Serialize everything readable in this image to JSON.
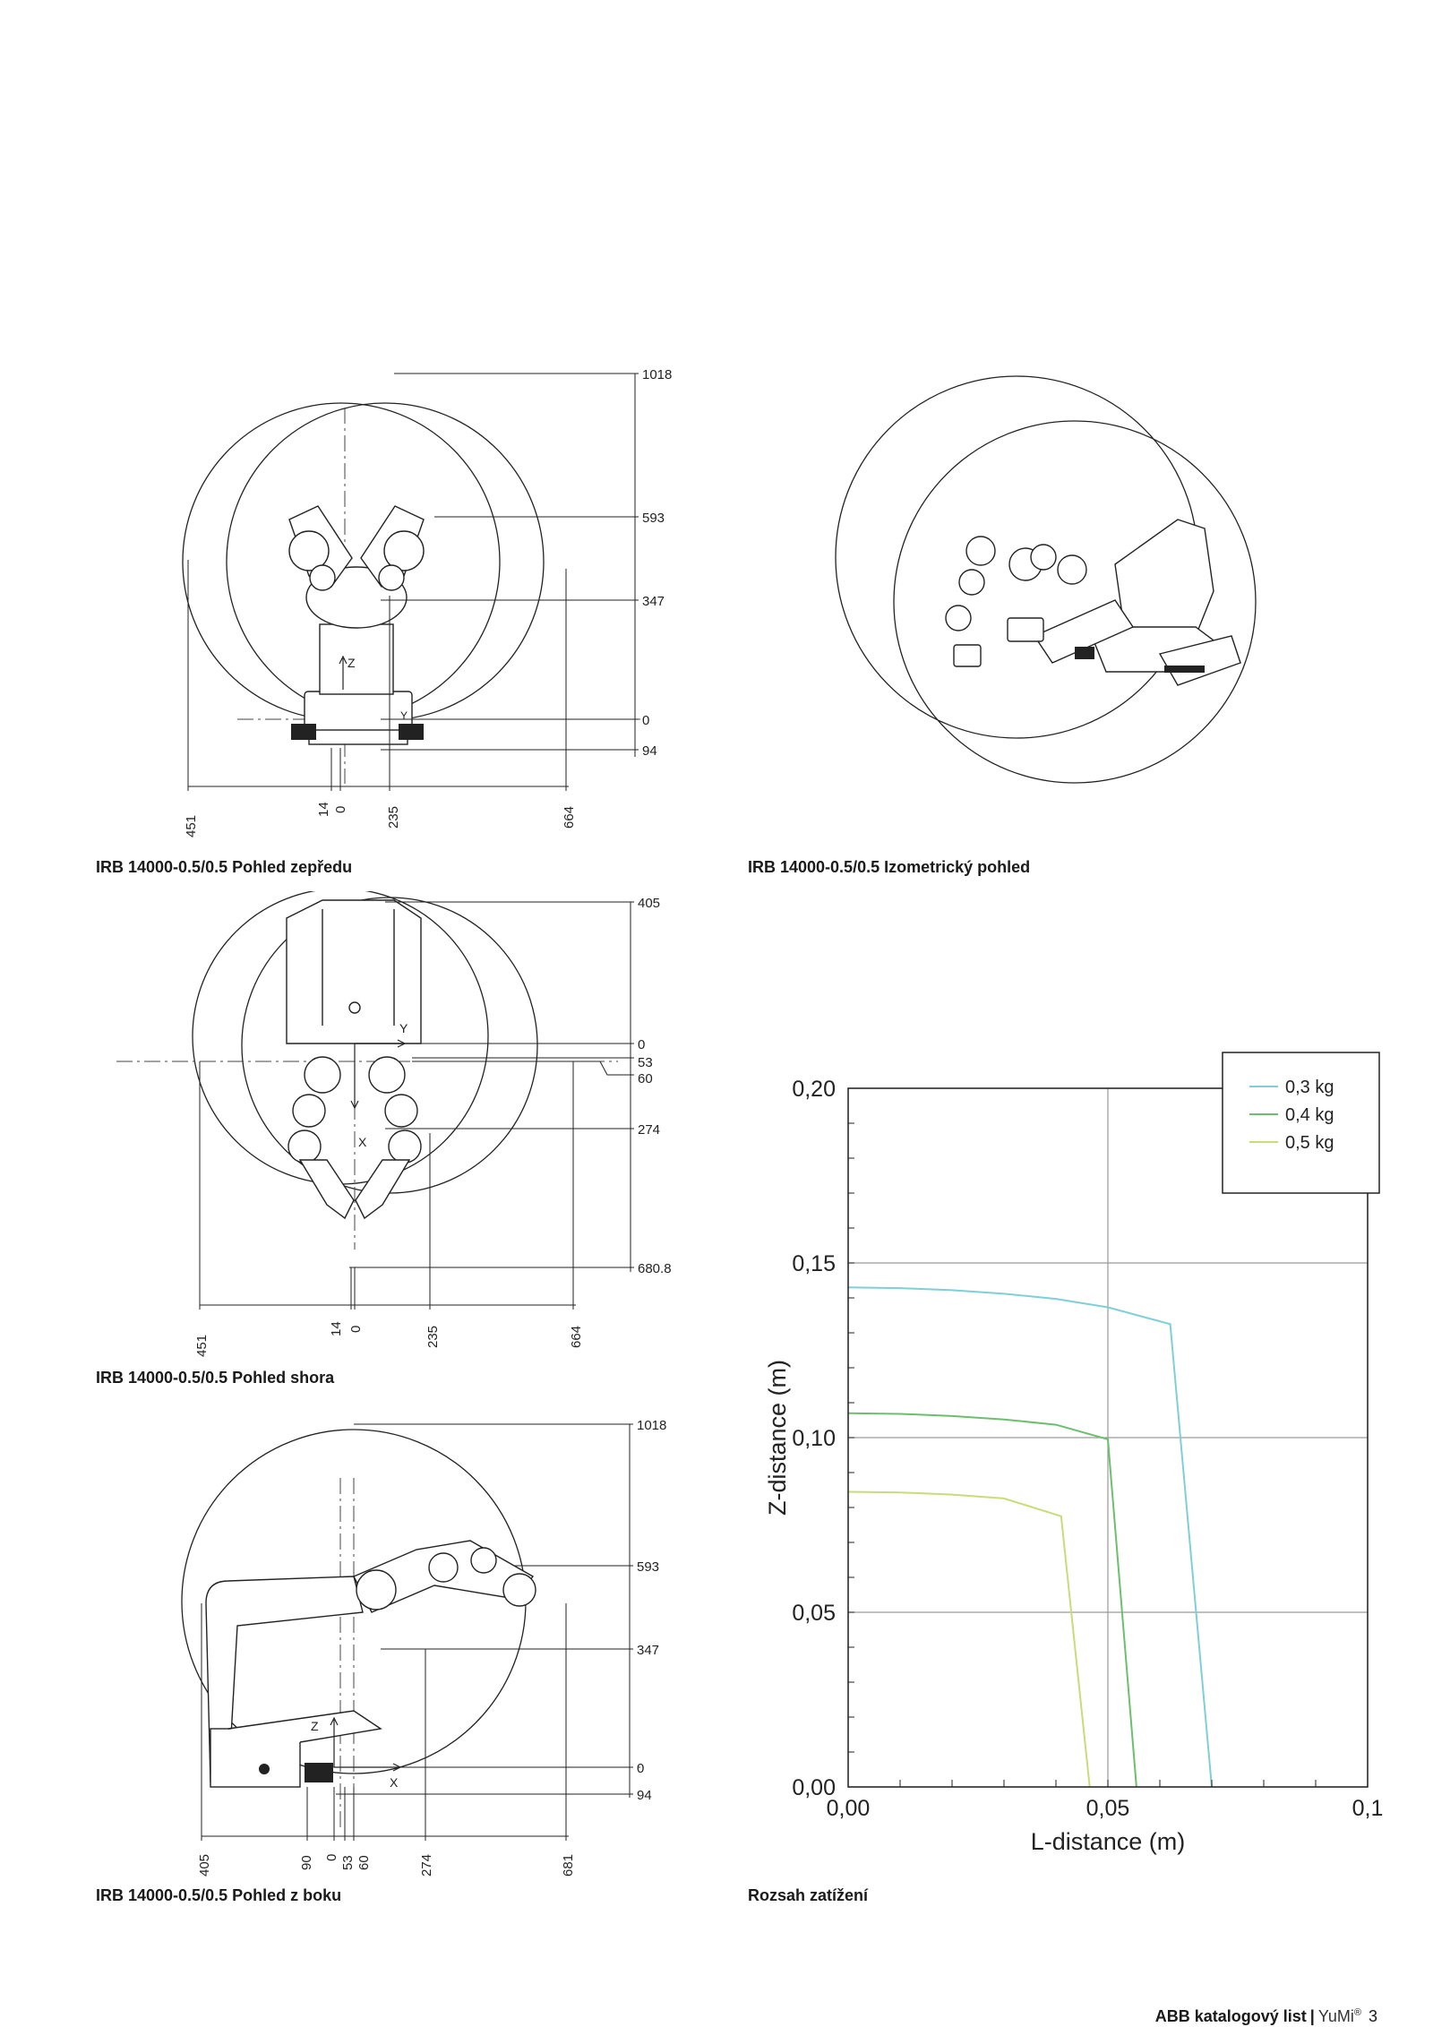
{
  "captions": {
    "front": "IRB 14000-0.5/0.5 Pohled zepředu",
    "iso": "IRB 14000-0.5/0.5 Izometrický pohled",
    "top": "IRB 14000-0.5/0.5 Pohled shora",
    "side": "IRB 14000-0.5/0.5 Pohled z boku",
    "chart": "Rozsah zatížení"
  },
  "front_view": {
    "dims_right": [
      "1018",
      "593",
      "347",
      "0",
      "94"
    ],
    "dims_bottom": [
      "451",
      "14",
      "0",
      "235",
      "664"
    ],
    "axis_labels": [
      "Z",
      "Y"
    ]
  },
  "top_view": {
    "dims_right": [
      "405",
      "0",
      "53",
      "60",
      "274",
      "680.8"
    ],
    "dims_bottom": [
      "451",
      "14",
      "0",
      "235",
      "664"
    ],
    "axis_labels": [
      "Y",
      "X"
    ]
  },
  "side_view": {
    "dims_right": [
      "1018",
      "593",
      "347",
      "0",
      "94"
    ],
    "dims_bottom": [
      "405",
      "90",
      "0",
      "53",
      "60",
      "274",
      "681"
    ],
    "axis_labels": [
      "Z",
      "X"
    ]
  },
  "chart_data": {
    "type": "line",
    "xlabel": "L-distance (m)",
    "ylabel": "Z-distance (m)",
    "xlim": [
      0,
      0.1
    ],
    "ylim": [
      0,
      0.2
    ],
    "x_ticks": [
      "0,00",
      "0,05",
      "0,1"
    ],
    "y_ticks": [
      "0,00",
      "0,05",
      "0,10",
      "0,15",
      "0,20"
    ],
    "grid": true,
    "legend_position": "top-right",
    "series": [
      {
        "name": "0,3 kg",
        "color": "#7fcfd6",
        "points": [
          [
            0,
            0.143
          ],
          [
            0.01,
            0.1428
          ],
          [
            0.02,
            0.1422
          ],
          [
            0.03,
            0.1412
          ],
          [
            0.04,
            0.1397
          ],
          [
            0.05,
            0.1373
          ],
          [
            0.062,
            0.1325
          ],
          [
            0.07,
            0
          ]
        ]
      },
      {
        "name": "0,4 kg",
        "color": "#6cbf6c",
        "points": [
          [
            0,
            0.107
          ],
          [
            0.01,
            0.1068
          ],
          [
            0.02,
            0.1062
          ],
          [
            0.03,
            0.1052
          ],
          [
            0.04,
            0.1037
          ],
          [
            0.05,
            0.0995
          ],
          [
            0.0555,
            0
          ]
        ]
      },
      {
        "name": "0,5 kg",
        "color": "#c8dc7a",
        "points": [
          [
            0,
            0.0845
          ],
          [
            0.01,
            0.0843
          ],
          [
            0.02,
            0.0837
          ],
          [
            0.03,
            0.0826
          ],
          [
            0.041,
            0.0775
          ],
          [
            0.0465,
            0
          ]
        ]
      }
    ]
  },
  "footer": {
    "brand": "ABB katalogový list",
    "separator": "|",
    "product": "YuMi",
    "reg": "®",
    "page": "3"
  }
}
